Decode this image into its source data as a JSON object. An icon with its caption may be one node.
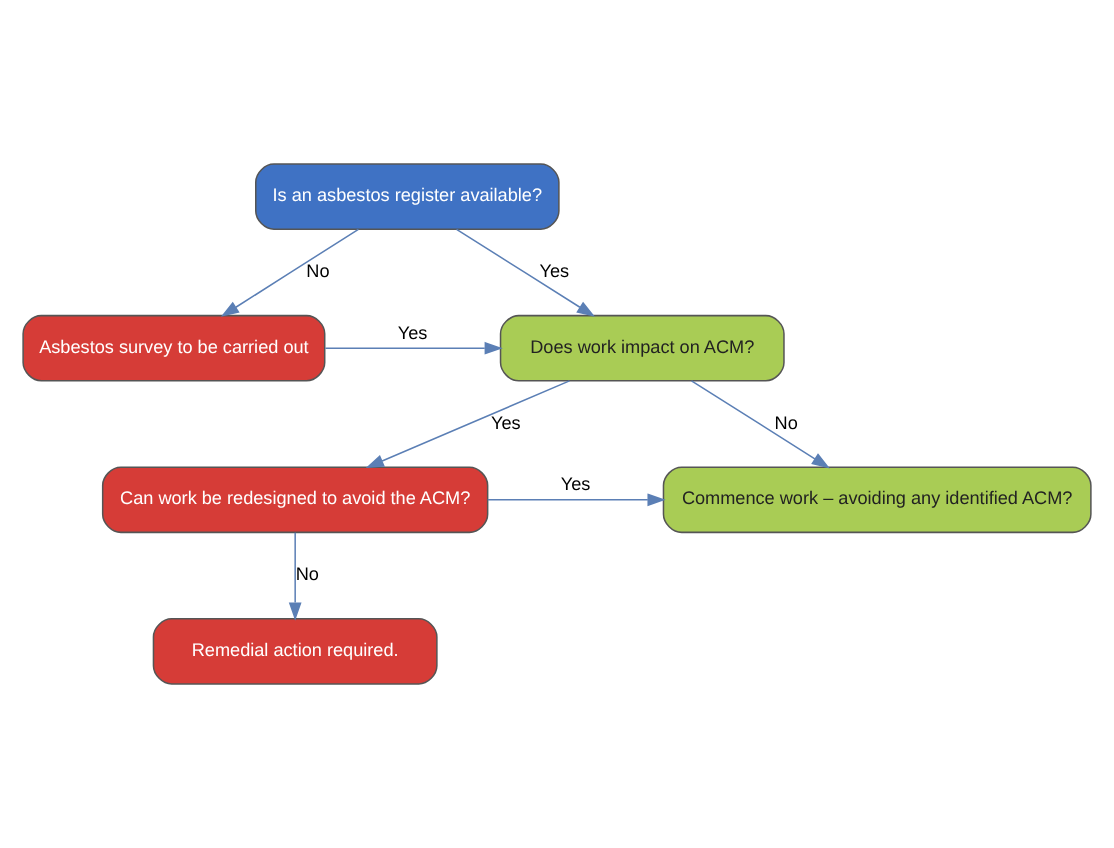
{
  "diagram": {
    "nodes": [
      {
        "text": [
          "Is an asbestos register available?"
        ]
      },
      {
        "text": [
          "Asbestos survey to be carried out"
        ]
      },
      {
        "text": [
          "Does work impact on ACM?"
        ]
      },
      {
        "text": [
          "Can work be redesigned to avoid the ACM?"
        ]
      },
      {
        "text": [
          "Commence work – avoiding any identified ACM?"
        ]
      },
      {
        "text": [
          "Remedial action required."
        ]
      }
    ],
    "edges": [
      {
        "from": 0,
        "to": 1,
        "arrow": "to",
        "label": "No"
      },
      {
        "from": 0,
        "to": 2,
        "arrow": "to",
        "label": "Yes"
      },
      {
        "from": 1,
        "to": 2,
        "arrow": "to",
        "label": "Yes"
      },
      {
        "from": 2,
        "to": 3,
        "arrow": "to",
        "label": "Yes"
      },
      {
        "from": 2,
        "to": 4,
        "arrow": "to",
        "label": "No"
      },
      {
        "from": 3,
        "to": 4,
        "arrow": "to",
        "label": "Yes"
      },
      {
        "from": 3,
        "to": 5,
        "arrow": "to",
        "label": "No"
      }
    ]
  }
}
